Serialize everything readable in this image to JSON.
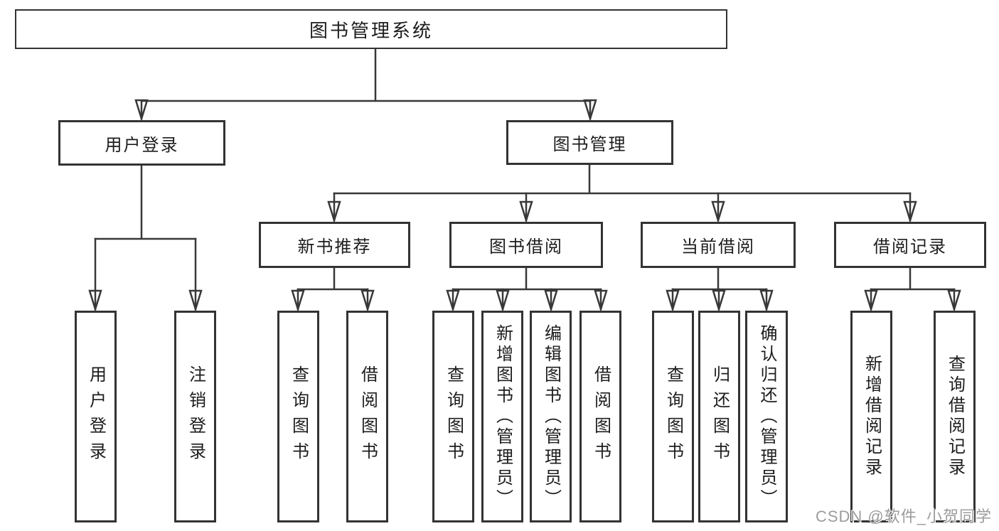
{
  "tree": {
    "root": "图书管理系统",
    "children": [
      {
        "label": "用户登录",
        "children": [
          "用户登录",
          "注销登录"
        ]
      },
      {
        "label": "图书管理",
        "children": [
          {
            "label": "新书推荐",
            "children": [
              "查询图书",
              "借阅图书"
            ]
          },
          {
            "label": "图书借阅",
            "children": [
              "查询图书",
              "新增图书（管理员）",
              "编辑图书（管理员）",
              "借阅图书"
            ]
          },
          {
            "label": "当前借阅",
            "children": [
              "查询图书",
              "归还图书",
              "确认归还（管理员）"
            ]
          },
          {
            "label": "借阅记录",
            "children": [
              "新增借阅记录",
              "查询借阅记录"
            ]
          }
        ]
      }
    ]
  },
  "watermark": {
    "text": "CSDN @软件_小贺同学"
  },
  "colors": {
    "line": "#383838",
    "box_border": "#333333",
    "text": "#1d1d1d",
    "watermark_text": "#9c9c9c",
    "background": "#ffffff"
  }
}
